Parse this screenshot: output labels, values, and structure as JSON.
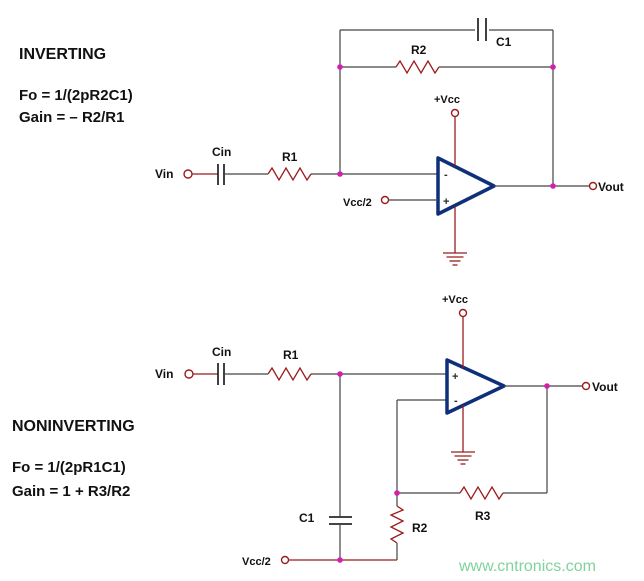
{
  "inverting": {
    "heading": "INVERTING",
    "formula_fo": "Fo = 1/(2pR2C1)",
    "formula_gain": "Gain = – R2/R1",
    "label_vin": "Vin",
    "label_cin": "Cin",
    "label_r1": "R1",
    "label_r2": "R2",
    "label_c1": "C1",
    "label_vcc": "+Vcc",
    "label_vcc_half": "Vcc/2",
    "label_vout": "Vout",
    "pin_minus": "-",
    "pin_plus": "+"
  },
  "noninverting": {
    "heading": "NONINVERTING",
    "formula_fo": "Fo = 1/(2pR1C1)",
    "formula_gain": "Gain = 1 + R3/R2",
    "label_vin": "Vin",
    "label_cin": "Cin",
    "label_r1": "R1",
    "label_r2": "R2",
    "label_r3": "R3",
    "label_c1": "C1",
    "label_vcc": "+Vcc",
    "label_vcc_half": "Vcc/2",
    "label_vout": "Vout",
    "pin_plus": "+",
    "pin_minus": "-"
  },
  "watermark": "www.cntronics.com",
  "colors": {
    "wire": "#444444",
    "resistor": "#9b1c1c",
    "opamp": "#0e2f7a",
    "junction": "#d020b0",
    "watermark": "#7fd39b"
  }
}
